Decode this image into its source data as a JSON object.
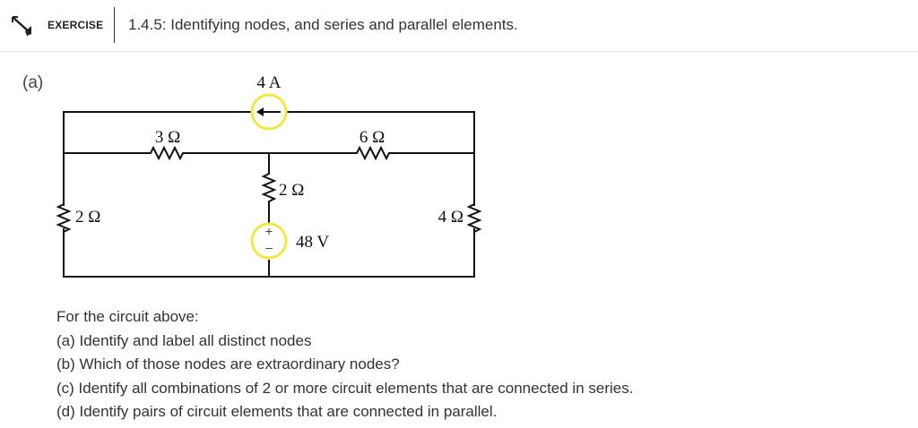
{
  "header": {
    "label": "EXERCISE",
    "title": "1.4.5: Identifying nodes, and series and parallel elements."
  },
  "part": "(a)",
  "circuit": {
    "current_source": "4 A",
    "r_top_left": "3 Ω",
    "r_top_right": "6 Ω",
    "r_middle": "2 Ω",
    "r_left": "2 Ω",
    "r_right": "4 Ω",
    "voltage_source": "48 V",
    "plus_sign": "+",
    "minus_sign": "−",
    "highlight_color": "#f5e642"
  },
  "questions": {
    "intro": "For the circuit above:",
    "a": "(a) Identify and label all distinct nodes",
    "b": "(b) Which of those nodes are extraordinary nodes?",
    "c": "(c) Identify all combinations of 2 or more circuit elements that are connected in series.",
    "d": "(d) Identify pairs of circuit elements that are connected in parallel."
  }
}
